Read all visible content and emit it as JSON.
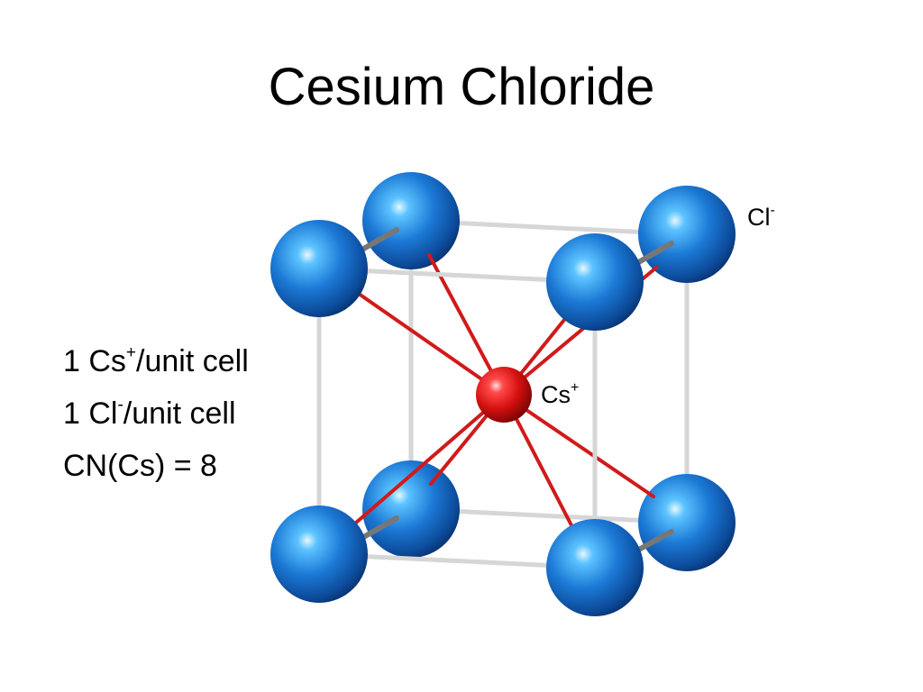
{
  "title": "Cesium Chloride",
  "facts": [
    {
      "pre": "1 Cs",
      "sup": "+",
      "post": "/unit cell"
    },
    {
      "pre": "1 Cl",
      "sup": "-",
      "post": "/unit cell"
    },
    {
      "pre": "CN(Cs) = 8",
      "sup": "",
      "post": ""
    }
  ],
  "labels": {
    "anion": {
      "base": "Cl",
      "sup": "-"
    },
    "cation": {
      "base": "Cs",
      "sup": "+"
    }
  },
  "colors": {
    "anion": "#1c7ad6",
    "cation": "#e01818",
    "bond": "#d11a1a",
    "edge": "#d6d6d6"
  }
}
